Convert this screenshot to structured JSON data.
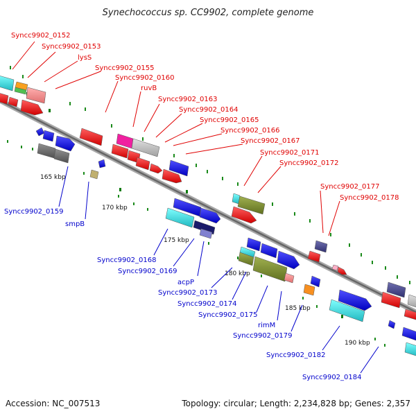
{
  "title": "Synechococcus sp. CC9902, complete genome",
  "accession": "Accession: NC_007513",
  "summary": "Topology: circular; Length: 2,234,828 bp; Genes: 2,357",
  "ticks": [
    "165 kbp",
    "170 kbp",
    "175 kbp",
    "180 kbp",
    "185 kbp",
    "190 kbp"
  ],
  "labels_top": [
    "Syncc9902_0152",
    "Syncc9902_0153",
    "lysS",
    "Syncc9902_0155",
    "Syncc9902_0160",
    "ruvB",
    "Syncc9902_0163",
    "Syncc9902_0164",
    "Syncc9902_0165",
    "Syncc9902_0166",
    "Syncc9902_0167",
    "Syncc9902_0171",
    "Syncc9902_0172",
    "Syncc9902_0177",
    "Syncc9902_0178"
  ],
  "labels_bottom": [
    "Syncc9902_0159",
    "smpB",
    "Syncc9902_0168",
    "Syncc9902_0169",
    "acpP",
    "Syncc9902_0173",
    "Syncc9902_0174",
    "Syncc9902_0175",
    "rimM",
    "Syncc9902_0179",
    "Syncc9902_0182",
    "Syncc9902_0184"
  ],
  "colors": {
    "top_label": "#e00000",
    "bottom_label": "#0000cc",
    "backbone": "#888888",
    "orf_forward": "#ff0000",
    "orf_reverse": "#0000ff",
    "gc_dot": "#1a8a1a"
  }
}
